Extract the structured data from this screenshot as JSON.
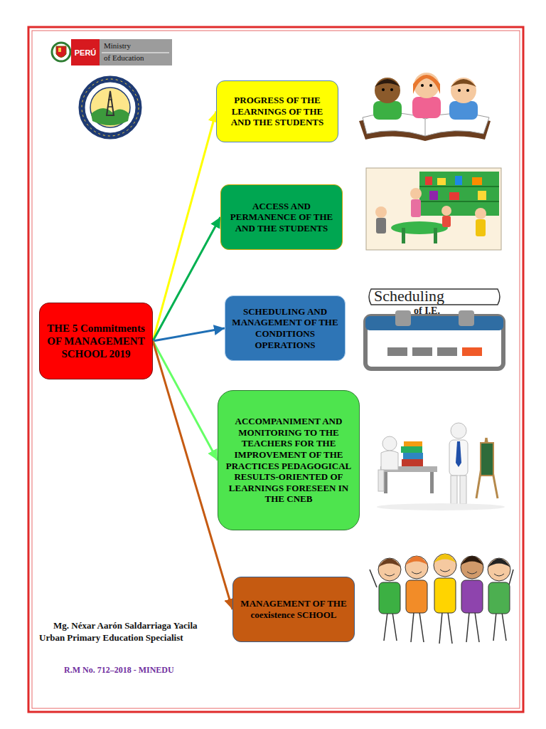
{
  "diagram": {
    "nodes": [
      {
        "text": [
          "THE 5 Commitments OF MANAGEMENT SCHOOL 2019"
        ]
      },
      {
        "text": [
          "PROGRESS OF THE LEARNINGS OF THE AND THE STUDENTS"
        ]
      },
      {
        "text": [
          "ACCESS AND PERMANENCE OF THE AND THE STUDENTS"
        ]
      },
      {
        "text": [
          "SCHEDULING AND MANAGEMENT OF THE CONDITIONS OPERATIONS"
        ]
      },
      {
        "text": [
          "ACCOMPANIMENT AND MONITORING TO THE TEACHERS FOR THE IMPROVEMENT OF THE PRACTICES PEDAGOGICAL RESULTS-ORIENTED OF LEARNINGS FORESEEN IN THE CNEB"
        ]
      },
      {
        "text": [
          "MANAGEMENT OF THE coexistence SCHOOL"
        ]
      }
    ],
    "edges": [
      {
        "from": 0,
        "to": 1,
        "arrow": "to"
      },
      {
        "from": 0,
        "to": 2,
        "arrow": "to"
      },
      {
        "from": 0,
        "to": 3,
        "arrow": "to"
      },
      {
        "from": 0,
        "to": 4,
        "arrow": "to"
      },
      {
        "from": 0,
        "to": 5,
        "arrow": "to"
      }
    ],
    "labels": [
      "PERÚ",
      "Ministry",
      "of Education",
      "Scheduling",
      "of I.E.",
      "Mg. Néxar Aarón Saldarriaga Yacila",
      "Urban Primary Education Specialist",
      "R.M No. 712–2018 - MINEDU"
    ]
  }
}
